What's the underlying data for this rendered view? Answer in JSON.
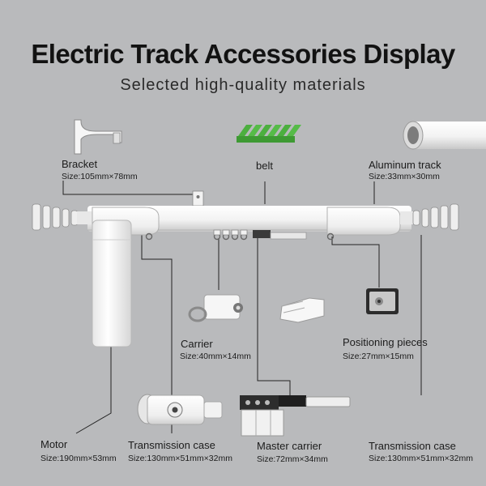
{
  "header": {
    "title": "Electric Track Accessories Display",
    "subtitle": "Selected high-quality materials"
  },
  "accessories": {
    "bracket": {
      "name": "Bracket",
      "size": "Size:105mm×78mm"
    },
    "belt": {
      "name": "belt"
    },
    "aluminum_track": {
      "name": "Aluminum track",
      "size": "Size:33mm×30mm"
    },
    "carrier": {
      "name": "Carrier",
      "size": "Size:40mm×14mm"
    },
    "positioning_pieces": {
      "name": "Positioning pieces",
      "size": "Size:27mm×15mm"
    },
    "motor": {
      "name": "Motor",
      "size": "Size:190mm×53mm"
    },
    "transmission_case_left": {
      "name": "Transmission case",
      "size": "Size:130mm×51mm×32mm"
    },
    "master_carrier": {
      "name": "Master carrier",
      "size": "Size:72mm×34mm"
    },
    "transmission_case_right": {
      "name": "Transmission case",
      "size": "Size:130mm×51mm×32mm"
    }
  },
  "colors": {
    "background": "#b9babc",
    "product_white": "#f4f4f4",
    "belt_green": "#4caf3f",
    "leader_line": "#222222"
  }
}
